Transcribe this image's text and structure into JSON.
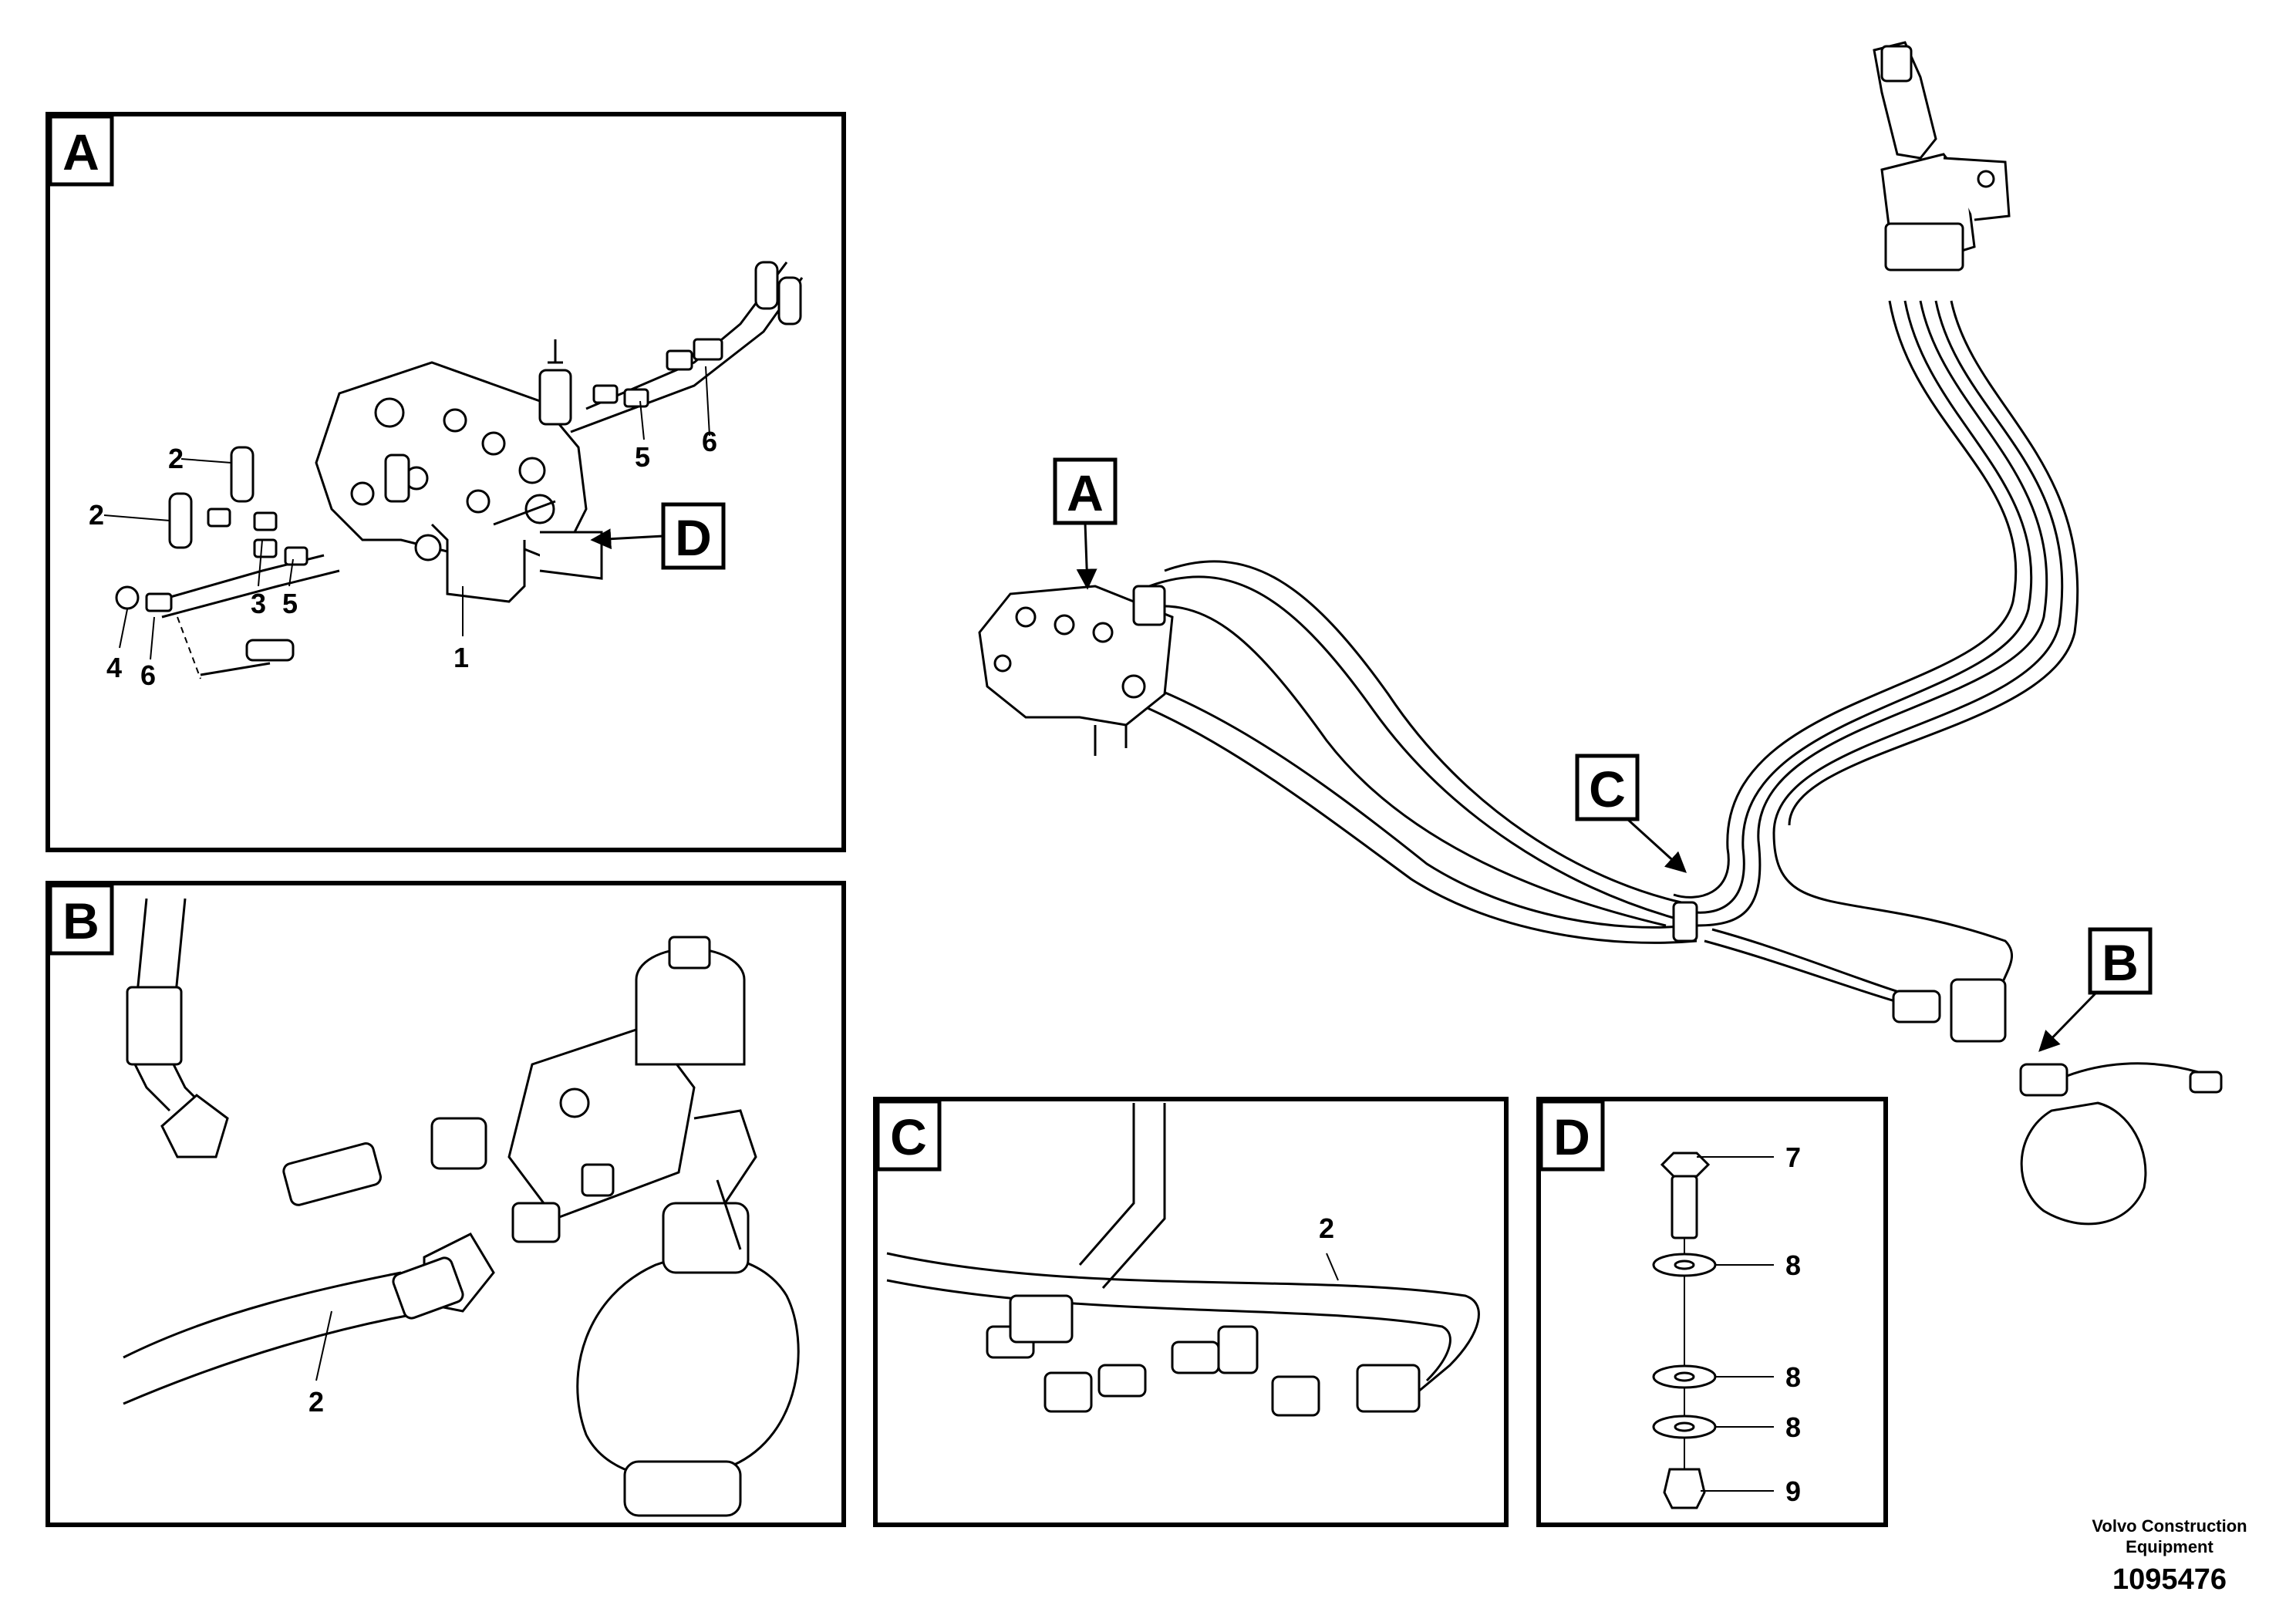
{
  "panels": {
    "A": {
      "tag": "A",
      "labels": {
        "p1": "1",
        "p2a": "2",
        "p2b": "2",
        "p3": "3",
        "p4": "4",
        "p5a": "5",
        "p5b": "5",
        "p6a": "6",
        "p6b": "6",
        "detailD": "D"
      }
    },
    "B": {
      "tag": "B",
      "labels": {
        "p2": "2"
      }
    },
    "C": {
      "tag": "C",
      "labels": {
        "p2": "2"
      }
    },
    "D": {
      "tag": "D",
      "labels": {
        "p7": "7",
        "p8a": "8",
        "p8b": "8",
        "p8c": "8",
        "p9": "9"
      }
    }
  },
  "overview": {
    "callouts": {
      "A": "A",
      "B": "B",
      "C": "C"
    }
  },
  "footer": {
    "line1": "Volvo Construction",
    "line2": "Equipment",
    "ref": "1095476"
  }
}
